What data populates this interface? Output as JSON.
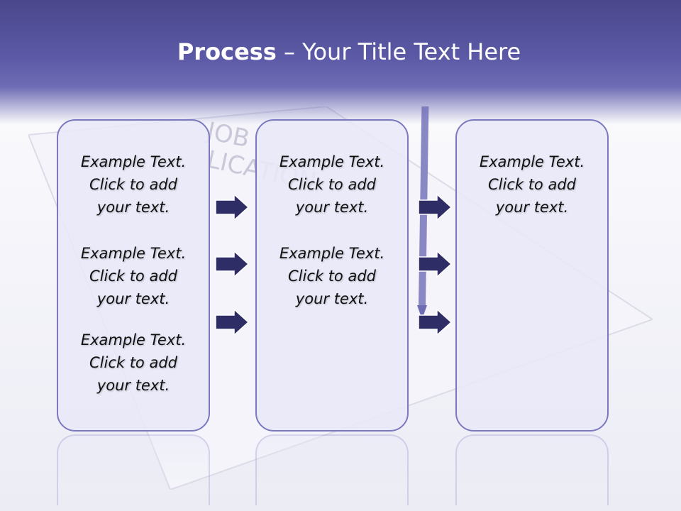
{
  "title": {
    "bold": "Process",
    "rest": "– Your Title Text Here"
  },
  "columns": [
    {
      "items": [
        {
          "line1": "Example Text.",
          "line2": "Click  to add",
          "line3": "your text."
        },
        {
          "line1": "Example Text.",
          "line2": "Click  to add",
          "line3": "your text."
        },
        {
          "line1": "Example Text.",
          "line2": "Click  to add",
          "line3": "your text."
        }
      ]
    },
    {
      "items": [
        {
          "line1": "Example Text.",
          "line2": "Click  to add",
          "line3": "your text."
        },
        {
          "line1": "Example Text.",
          "line2": "Click  to add",
          "line3": "your text."
        }
      ]
    },
    {
      "items": [
        {
          "line1": "Example Text.",
          "line2": "Click  to add",
          "line3": "your text."
        }
      ]
    }
  ],
  "colors": {
    "title_band": "#5b59a5",
    "box_border": "#7b78c0",
    "box_fill": "#e8e8f8",
    "arrow_fill": "#2e2d66"
  },
  "icons": {
    "arrow": "right-arrow-icon"
  }
}
